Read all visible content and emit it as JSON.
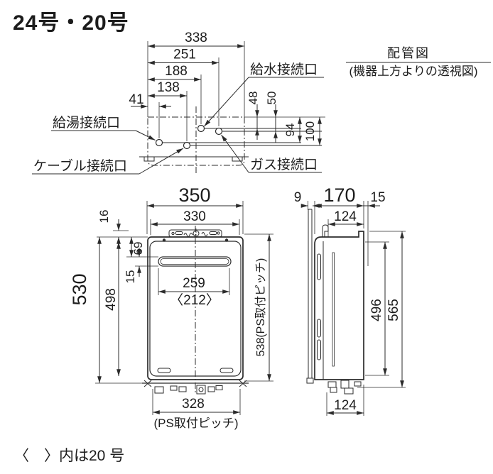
{
  "title": "24号・20号",
  "note": "〈　〉内は20 号",
  "piping": {
    "title": "配管図",
    "subtitle": "(機器上方よりの透視図)",
    "labels": {
      "hot_water_out": "給湯接続口",
      "cable": "ケーブル接続口",
      "water_in": "給水接続口",
      "gas": "ガス接続口"
    },
    "dims": {
      "d338": "338",
      "d251": "251",
      "d188": "188",
      "d138": "138",
      "d41": "41",
      "d48": "48",
      "d50": "50",
      "d94": "94",
      "d100": "100"
    }
  },
  "front": {
    "dims": {
      "d350": "350",
      "d330": "330",
      "d16": "16",
      "d69": "69",
      "d15": "15",
      "d259": "259",
      "d212": "〈212〉",
      "d530": "530",
      "d498": "498",
      "d538": "538(PS取付ピッチ)",
      "d328": "328",
      "ps_pitch": "(PS取付ピッチ)"
    }
  },
  "side": {
    "dims": {
      "d9": "9",
      "d170": "170",
      "d15": "15",
      "d124_top": "124",
      "d496": "496",
      "d565": "565",
      "d124_bottom": "124"
    }
  }
}
